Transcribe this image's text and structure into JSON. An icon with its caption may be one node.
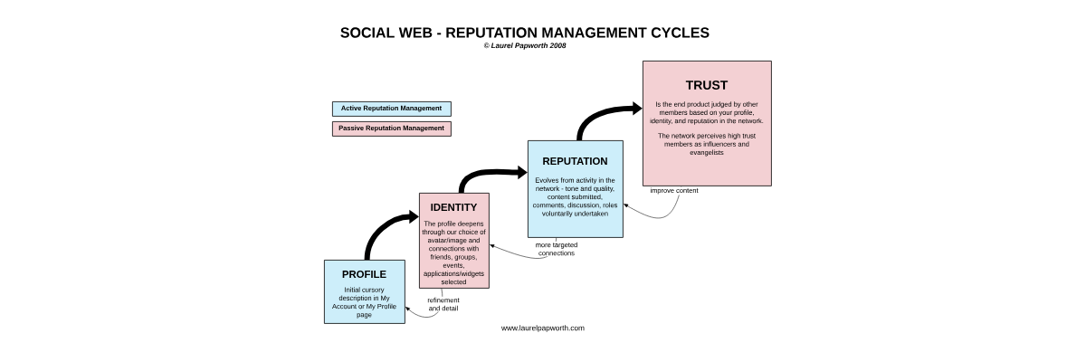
{
  "diagram": {
    "title": "SOCIAL WEB - REPUTATION MANAGEMENT CYCLES",
    "nodes": [
      {
        "text": [
          "PROFILE",
          "Initial cursory description in My Account or My Profile page"
        ]
      },
      {
        "text": [
          "IDENTITY",
          "The profile deepens through our choice of avatar/image and connections with friends, groups, events, applications/widgets selected"
        ]
      },
      {
        "text": [
          "REPUTATION",
          "Evolves from activity in the network - tone and quality, content submitted, comments, discussion, roles voluntarily undertaken"
        ]
      },
      {
        "text": [
          "TRUST",
          "Is the end product judged by other members based on your profile, identity, and reputation in the network.",
          "The network perceives high trust members as influencers and evangelists"
        ]
      }
    ],
    "edges": [
      {
        "from": 0,
        "to": 1,
        "arrow": "to",
        "style": "thick"
      },
      {
        "from": 1,
        "to": 2,
        "arrow": "to",
        "style": "thick"
      },
      {
        "from": 2,
        "to": 3,
        "arrow": "to",
        "style": "thick"
      },
      {
        "from": 1,
        "to": 0,
        "arrow": "to",
        "label": "refinement and detail"
      },
      {
        "from": 2,
        "to": 1,
        "arrow": "to",
        "label": "more targeted connections"
      },
      {
        "from": 3,
        "to": 2,
        "arrow": "to",
        "label": "improve content"
      }
    ],
    "labels": [
      "© Laurel Papworth 2008",
      "www.laurelpapworth.com"
    ],
    "legend": [
      {
        "text": "Active Reputation Management",
        "color": "#cdeefa"
      },
      {
        "text": "Passive Reputation Management",
        "color": "#f3d0d3"
      }
    ]
  }
}
